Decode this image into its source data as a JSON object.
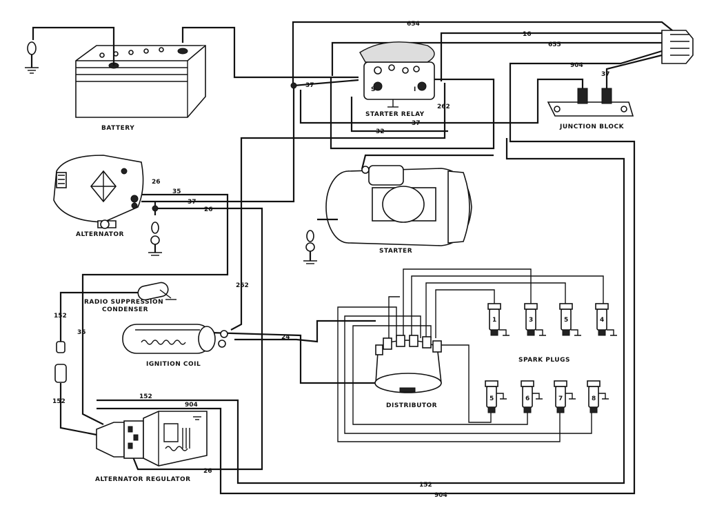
{
  "components": {
    "battery": "BATTERY",
    "starter_relay": "STARTER RELAY",
    "junction_block": "JUNCTION BLOCK",
    "alternator": "ALTERNATOR",
    "starter": "STARTER",
    "radio_condenser_line1": "RADIO SUPPRESSION",
    "radio_condenser_line2": "CONDENSER",
    "ignition_coil": "IGNITION COIL",
    "distributor": "DISTRIBUTOR",
    "spark_plugs": "SPARK PLUGS",
    "alternator_regulator": "ALTERNATOR REGULATOR"
  },
  "relay_terminals": {
    "s": "S",
    "i": "I"
  },
  "wire_labels": {
    "w654": "654",
    "w16": "16",
    "w655": "655",
    "w904_top": "904",
    "w37_jb": "37",
    "w37_relay": "37",
    "w262_relay": "262",
    "w37_mid": "37",
    "w32": "32",
    "w26_a": "26",
    "w35_a": "35",
    "w37_alt": "37",
    "w26_b": "26",
    "w262_coil": "262",
    "w24": "24",
    "w152_a": "152",
    "w35_b": "35",
    "w152_b": "152",
    "w152_reg": "152",
    "w904_reg": "904",
    "w26_reg": "26",
    "w152_bottom": "152",
    "w904_bottom": "904"
  },
  "plugs": [
    "1",
    "3",
    "5",
    "4",
    "5",
    "6",
    "7",
    "8"
  ]
}
